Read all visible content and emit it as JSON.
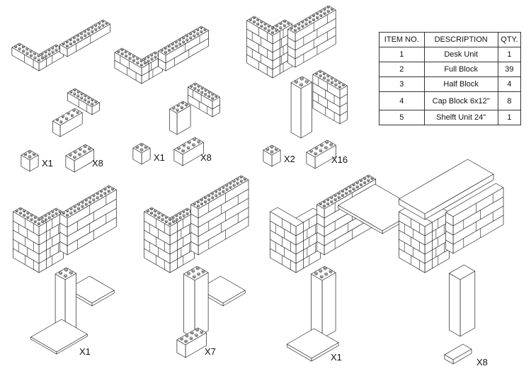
{
  "table": {
    "headers": [
      "ITEM NO.",
      "DESCRIPTION",
      "QTY."
    ],
    "rows": [
      [
        "1",
        "Desk Unit",
        "1"
      ],
      [
        "2",
        "Full Block",
        "39"
      ],
      [
        "3",
        "Half Block",
        "4"
      ],
      [
        "4",
        "Cap Block 6x12\"",
        "8"
      ],
      [
        "5",
        "Shelft Unit 24\"",
        "1"
      ]
    ]
  },
  "steps": [
    {
      "parts": [
        "X1",
        "X8"
      ]
    },
    {
      "parts": [
        "X1",
        "X8"
      ]
    },
    {
      "parts": [
        "X2",
        "X16"
      ]
    },
    {
      "parts": [
        "X1"
      ]
    },
    {
      "parts": [
        "X7"
      ]
    },
    {
      "parts": [
        "X1"
      ]
    },
    {
      "parts": [
        "X8"
      ]
    }
  ]
}
